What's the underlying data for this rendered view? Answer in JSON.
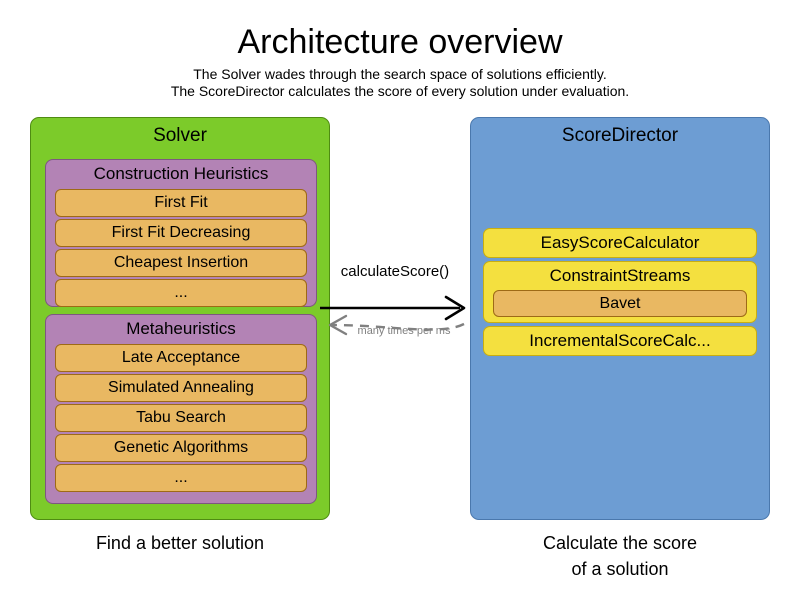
{
  "header": {
    "title": "Architecture overview",
    "subtitle_1": "The Solver wades through the search space of solutions efficiently.",
    "subtitle_2": "The ScoreDirector calculates the score of every solution under evaluation."
  },
  "colors": {
    "solver_panel": "#7ccb2a",
    "solver_panel_border": "#4f8c12",
    "scoredirector_panel": "#6d9dd3",
    "scoredirector_panel_border": "#4a78ad",
    "group": "#b383b5",
    "group_border": "#7e5780",
    "item": "#e9b862",
    "item_border": "#9e6a16",
    "calculator": "#f4e03f",
    "calculator_border": "#c9ae10",
    "arrow_solid": "#000000",
    "arrow_dashed": "#808080",
    "text": "#000000"
  },
  "solver": {
    "title": "Solver",
    "caption": "Find a better solution",
    "groups": [
      {
        "title": "Construction Heuristics",
        "items": [
          "First Fit",
          "First Fit Decreasing",
          "Cheapest Insertion",
          "..."
        ]
      },
      {
        "title": "Metaheuristics",
        "items": [
          "Late Acceptance",
          "Simulated Annealing",
          "Tabu Search",
          "Genetic Algorithms",
          "..."
        ]
      }
    ]
  },
  "score_director": {
    "title": "ScoreDirector",
    "caption_line_1": "Calculate the score",
    "caption_line_2": "of a solution",
    "calculators": [
      {
        "label": "EasyScoreCalculator",
        "sub_item": null
      },
      {
        "label": "ConstraintStreams",
        "sub_item": "Bavet"
      },
      {
        "label": "IncrementalScoreCalc...",
        "sub_item": null
      }
    ]
  },
  "arrows": {
    "call_label": "calculateScore()",
    "return_label": "many times per ms",
    "call_icon": "arrow-right-solid-icon",
    "return_icon": "arrow-left-dashed-icon"
  }
}
